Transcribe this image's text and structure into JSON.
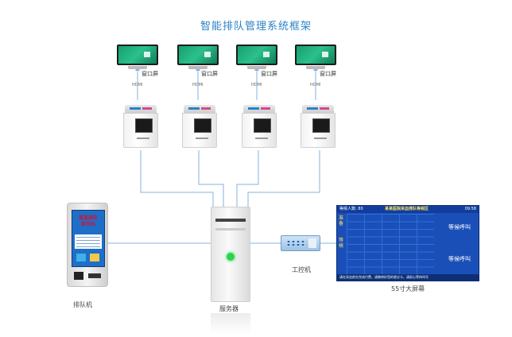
{
  "title": "智能排队管理系统框架",
  "monitor_label": "窗口屏",
  "hdmi_label": "HDMI",
  "queue_machine": {
    "label": "排队机",
    "screen_title_line1": "某某排队",
    "screen_title_line2": "取号机"
  },
  "server_label": "服务器",
  "ipc_label": "工控机",
  "big_screen": {
    "label": "55寸大屏幕",
    "header_count": "等候人数: 80",
    "header_title": "某某医院采血排队等候区",
    "header_time": "09:58",
    "side_top": "准备",
    "side_mid": "等候",
    "call_text_1": "等候呼叫",
    "call_text_2": "等候呼叫",
    "footer_text": "请在采血前先完成付费，请携带好您的就诊卡，请耐心等待叫号"
  },
  "colors": {
    "accent": "#2a82c8",
    "line": "#86b3dc",
    "screen_blue": "#1b4fb8",
    "led_green": "#2ad44a"
  }
}
